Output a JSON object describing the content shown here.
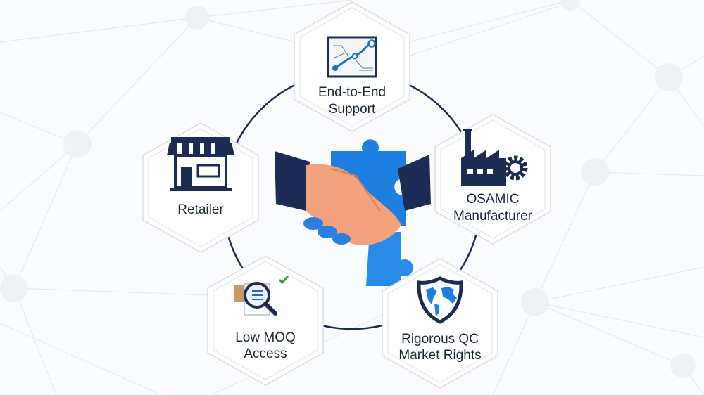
{
  "nodes": {
    "top": {
      "line1": "End-to-End",
      "line2": "Support",
      "icon": "chart-route-icon"
    },
    "left": {
      "line1": "Retailer",
      "icon": "storefront-icon"
    },
    "right": {
      "line1": "OSAMIC",
      "line2": "Manufacturer",
      "icon": "factory-gear-icon"
    },
    "bottom_left": {
      "line1": "Low MOQ",
      "line2": "Access",
      "icon": "magnifier-checklist-icon"
    },
    "bottom_right": {
      "line1": "Rigorous QC",
      "line2": "Market Rights",
      "icon": "globe-shield-icon"
    }
  },
  "center": {
    "icon": "handshake-puzzle-icon"
  },
  "colors": {
    "navy": "#1b2d55",
    "blue": "#1e7fe0",
    "skin": "#f2a27c",
    "border": "#d9dde3"
  }
}
